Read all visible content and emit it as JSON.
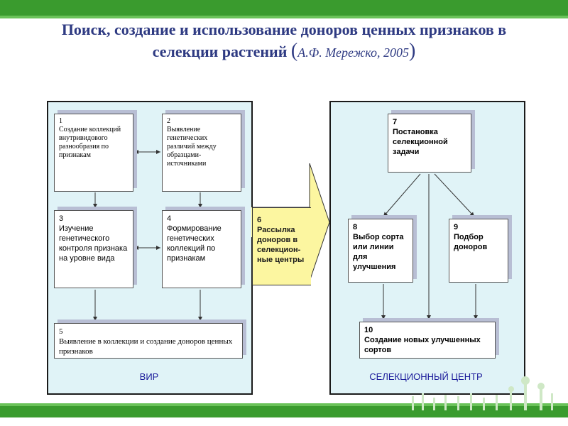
{
  "title": {
    "line1": "Поиск, создание и использование доноров ценных признаков в",
    "line2": "селекции растений",
    "author": "А.Ф. Мережко, 2005"
  },
  "left_panel": {
    "label": "ВИР",
    "boxes": {
      "b1": {
        "num": "1",
        "text": "Создание коллекций внутривидового разнообразия по признакам"
      },
      "b2": {
        "num": "2",
        "text": "Выявление генетических различий между образцами-источниками"
      },
      "b3": {
        "num": "3",
        "text": "Изучение генетического контроля признака на уровне вида"
      },
      "b4": {
        "num": "4",
        "text": "Формирование генетических коллекций по признакам"
      },
      "b5": {
        "num": "5",
        "text": "Выявление в коллекции и создание доноров ценных признаков"
      }
    }
  },
  "arrow": {
    "num": "6",
    "text": "Рассылка доноров в селекцион-ные центры"
  },
  "right_panel": {
    "label": "СЕЛЕКЦИОННЫЙ ЦЕНТР",
    "boxes": {
      "b7": {
        "num": "7",
        "text": "Постановка селекционной задачи"
      },
      "b8": {
        "num": "8",
        "text": "Выбор сорта или линии для улучшения"
      },
      "b9": {
        "num": "9",
        "text": "Подбор доноров"
      },
      "b10": {
        "num": "10",
        "text": "Создание новых улучшенных сортов"
      }
    }
  },
  "colors": {
    "bar_green": "#3a9b2e",
    "panel_fill": "#e0f3f7",
    "arrow_fill": "#fcf6a0",
    "title": "#2e3a82"
  }
}
